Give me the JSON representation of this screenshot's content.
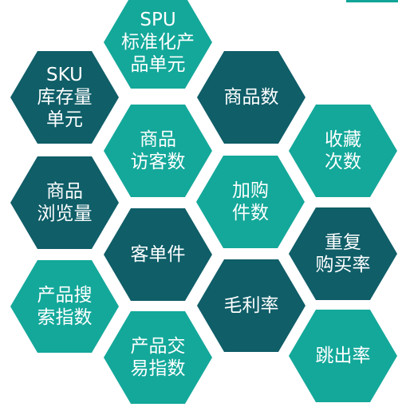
{
  "colors": {
    "dark": "#0f5e68",
    "light": "#13a89a",
    "top_bar": "#12a597",
    "text": "#ffffff"
  },
  "metrics": [
    {
      "id": "spu",
      "lines": [
        "SPU",
        "标准化产",
        "品单元"
      ],
      "tone": "light"
    },
    {
      "id": "product-count",
      "lines": [
        "商品数"
      ],
      "tone": "dark"
    },
    {
      "id": "sku",
      "lines": [
        "SKU",
        "库存量",
        "单元"
      ],
      "tone": "dark"
    },
    {
      "id": "product-visitors",
      "lines": [
        "商品",
        "访客数"
      ],
      "tone": "light"
    },
    {
      "id": "favorites",
      "lines": [
        "收藏",
        "次数"
      ],
      "tone": "light"
    },
    {
      "id": "product-views",
      "lines": [
        "商品",
        "浏览量"
      ],
      "tone": "dark"
    },
    {
      "id": "add-to-cart",
      "lines": [
        "加购",
        "件数"
      ],
      "tone": "light"
    },
    {
      "id": "items-per-customer",
      "lines": [
        "客单件"
      ],
      "tone": "dark"
    },
    {
      "id": "repurchase-rate",
      "lines": [
        "重复",
        "购买率"
      ],
      "tone": "dark"
    },
    {
      "id": "search-index",
      "lines": [
        "产品搜",
        "索指数"
      ],
      "tone": "light"
    },
    {
      "id": "gross-margin",
      "lines": [
        "毛利率"
      ],
      "tone": "dark"
    },
    {
      "id": "trade-index",
      "lines": [
        "产品交",
        "易指数"
      ],
      "tone": "light"
    },
    {
      "id": "bounce-rate",
      "lines": [
        "跳出率"
      ],
      "tone": "light"
    }
  ]
}
